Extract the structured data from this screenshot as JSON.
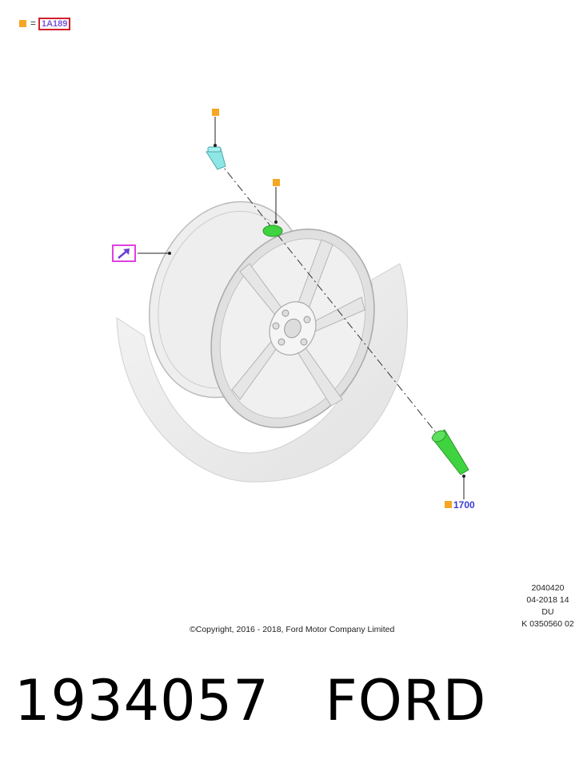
{
  "legend": {
    "equals": "=",
    "code": "1A189"
  },
  "callouts": {
    "valve_part_number": "1700"
  },
  "meta": {
    "line1": "2040420",
    "line2": "04-2018 14",
    "line3": "DU",
    "line4": "K 0350560 02"
  },
  "copyright": "©Copyright, 2016 - 2018, Ford Motor Company Limited",
  "bottom": {
    "part_number": "1934057",
    "brand": "FORD"
  },
  "colors": {
    "marker": "#f5a623",
    "callout_text": "#3b3bd6",
    "highlight_green": "#3fd33f",
    "valve_cyan": "#8ee6e6",
    "ref_box": "#e040e0",
    "legend_border": "#d21f2b"
  },
  "icons": {
    "ref_arrow": "arrow-up-right-icon"
  }
}
